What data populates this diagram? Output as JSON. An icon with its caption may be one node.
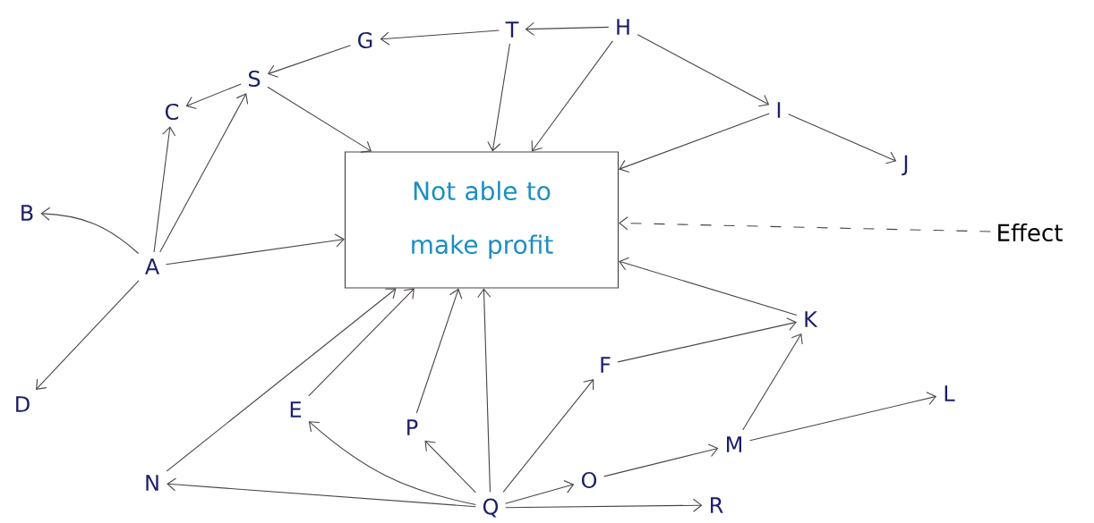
{
  "diagram": {
    "nodes": [
      {
        "text": [
          "Not able to make profit"
        ]
      },
      {
        "text": [
          "A"
        ]
      },
      {
        "text": [
          "B"
        ]
      },
      {
        "text": [
          "C"
        ]
      },
      {
        "text": [
          "D"
        ]
      },
      {
        "text": [
          "E"
        ]
      },
      {
        "text": [
          "F"
        ]
      },
      {
        "text": [
          "G"
        ]
      },
      {
        "text": [
          "H"
        ]
      },
      {
        "text": [
          "I"
        ]
      },
      {
        "text": [
          "J"
        ]
      },
      {
        "text": [
          "K"
        ]
      },
      {
        "text": [
          "L"
        ]
      },
      {
        "text": [
          "M"
        ]
      },
      {
        "text": [
          "N"
        ]
      },
      {
        "text": [
          "O"
        ]
      },
      {
        "text": [
          "P"
        ]
      },
      {
        "text": [
          "Q"
        ]
      },
      {
        "text": [
          "R"
        ]
      },
      {
        "text": [
          "S"
        ]
      },
      {
        "text": [
          "T"
        ]
      },
      {
        "text": [
          "Effect"
        ]
      }
    ],
    "edges": [
      {
        "from": 20,
        "to": 7,
        "arrow": "to"
      },
      {
        "from": 7,
        "to": 19,
        "arrow": "to"
      },
      {
        "from": 19,
        "to": 3,
        "arrow": "to"
      },
      {
        "from": 8,
        "to": 20,
        "arrow": "to"
      },
      {
        "from": 20,
        "to": 0,
        "arrow": "to"
      },
      {
        "from": 8,
        "to": 0,
        "arrow": "to"
      },
      {
        "from": 8,
        "to": 9,
        "arrow": "to"
      },
      {
        "from": 9,
        "to": 0,
        "arrow": "to"
      },
      {
        "from": 9,
        "to": 10,
        "arrow": "to"
      },
      {
        "from": 19,
        "to": 0,
        "arrow": "to"
      },
      {
        "from": 1,
        "to": 3,
        "arrow": "to"
      },
      {
        "from": 1,
        "to": 19,
        "arrow": "to"
      },
      {
        "from": 1,
        "to": 2,
        "arrow": "to"
      },
      {
        "from": 1,
        "to": 0,
        "arrow": "to"
      },
      {
        "from": 1,
        "to": 4,
        "arrow": "to"
      },
      {
        "from": 21,
        "to": 0,
        "arrow": "to",
        "style": "dashed"
      },
      {
        "from": 11,
        "to": 0,
        "arrow": "to"
      },
      {
        "from": 14,
        "to": 0,
        "arrow": "to"
      },
      {
        "from": 5,
        "to": 0,
        "arrow": "to"
      },
      {
        "from": 16,
        "to": 0,
        "arrow": "to"
      },
      {
        "from": 17,
        "to": 0,
        "arrow": "to"
      },
      {
        "from": 17,
        "to": 5,
        "arrow": "to"
      },
      {
        "from": 17,
        "to": 16,
        "arrow": "to"
      },
      {
        "from": 17,
        "to": 14,
        "arrow": "to"
      },
      {
        "from": 17,
        "to": 6,
        "arrow": "to"
      },
      {
        "from": 17,
        "to": 15,
        "arrow": "to"
      },
      {
        "from": 17,
        "to": 18,
        "arrow": "to"
      },
      {
        "from": 15,
        "to": 13,
        "arrow": "to"
      },
      {
        "from": 13,
        "to": 11,
        "arrow": "to"
      },
      {
        "from": 13,
        "to": 12,
        "arrow": "to"
      },
      {
        "from": 6,
        "to": 11,
        "arrow": "to"
      }
    ]
  }
}
